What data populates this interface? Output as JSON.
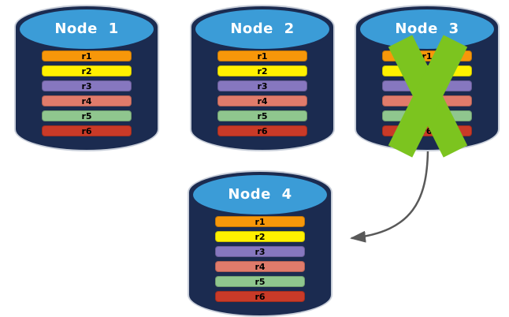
{
  "diagram": {
    "description": "Four database node cylinders; Node 3 is crossed out and an arrow points from it to replacement Node 4",
    "colors": {
      "cylinder_body": "#1B2B50",
      "cylinder_top": "#3B9CD7",
      "cylinder_outline": "#C9CFDA",
      "title_text": "#FFFFFF",
      "row_text": "#000000",
      "cross": "#7CC41F",
      "arrow": "#595959",
      "background": "#FFFFFF"
    },
    "row_colors": {
      "r1": "#F7970A",
      "r2": "#FFF100",
      "r3": "#8677BF",
      "r4": "#E07B6B",
      "r5": "#8FC68E",
      "r6": "#C93A28"
    },
    "nodes": [
      {
        "title": "Node 1",
        "failed": false,
        "rows": [
          "r1",
          "r2",
          "r3",
          "r4",
          "r5",
          "r6"
        ]
      },
      {
        "title": "Node 2",
        "failed": false,
        "rows": [
          "r1",
          "r2",
          "r3",
          "r4",
          "r5",
          "r6"
        ]
      },
      {
        "title": "Node 3",
        "failed": true,
        "rows": [
          "r1",
          "r2",
          "r3",
          "r4",
          "r5",
          "r6"
        ]
      },
      {
        "title": "Node 4",
        "failed": false,
        "rows": [
          "r1",
          "r2",
          "r3",
          "r4",
          "r5",
          "r6"
        ]
      }
    ],
    "icons": {
      "failure_cross": "x-mark-icon",
      "failover_arrow": "curved-arrow-icon"
    }
  }
}
